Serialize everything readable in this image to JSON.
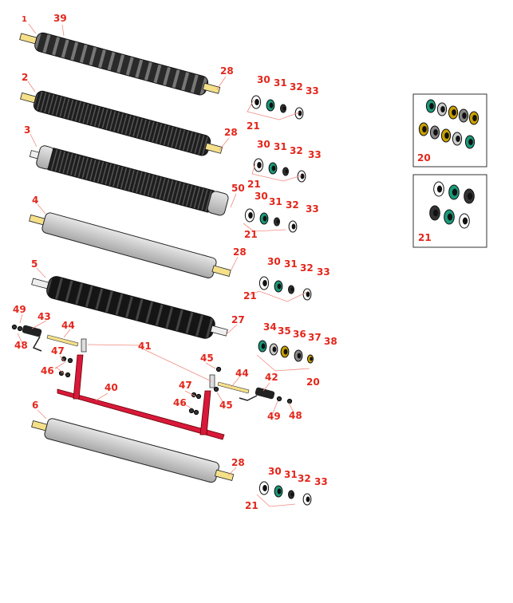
{
  "title": "Roller and Bearing Parts Diagram",
  "callouts": {
    "r1": [
      "1",
      "39",
      "28",
      "30",
      "31",
      "32",
      "33",
      "21"
    ],
    "r2": [
      "2",
      "28",
      "30",
      "31",
      "32",
      "33",
      "21"
    ],
    "r3": [
      "3",
      "50",
      "30",
      "31",
      "32",
      "33",
      "21"
    ],
    "r4": [
      "4",
      "28",
      "30",
      "31",
      "32",
      "33",
      "21"
    ],
    "r5": [
      "5",
      "27",
      "34",
      "35",
      "36",
      "37",
      "38",
      "20"
    ],
    "frame": [
      "49",
      "43",
      "44",
      "48",
      "41",
      "47",
      "46",
      "40",
      "45",
      "44",
      "42",
      "47",
      "46",
      "45",
      "49",
      "48"
    ],
    "r6": [
      "6",
      "28",
      "30",
      "31",
      "32",
      "33",
      "21"
    ],
    "kits": [
      "20",
      "21"
    ]
  },
  "colors": {
    "callout": "#e3261b",
    "frame": "#d8193a",
    "shaft": "#f5e08a",
    "roller_grey": "#c4c4c4",
    "roller_dark": "#222222",
    "seal_green": "#1a9a7a",
    "seal_gold": "#c9a000"
  }
}
